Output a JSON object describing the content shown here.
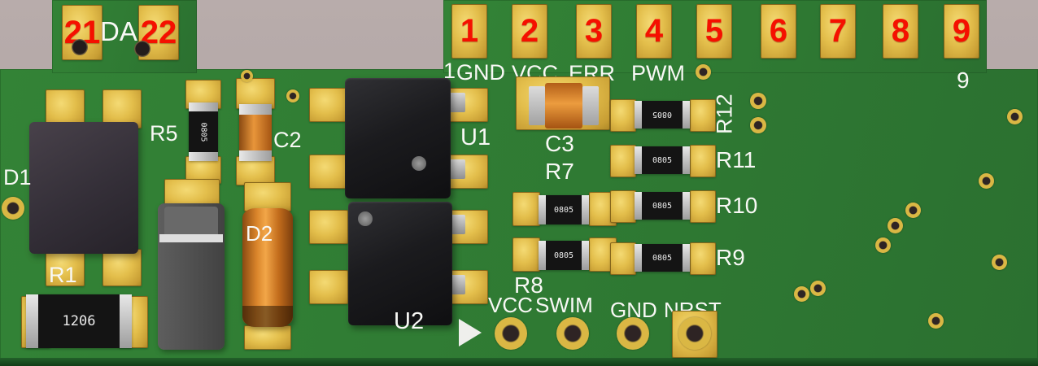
{
  "colors": {
    "background_gray": "#b1a5a4",
    "board_green": "#2f7a33",
    "pad_gold": "#e3be4b",
    "pin_number_red": "#f51000",
    "silkscreen_white": "#f8f8f5"
  },
  "tab": {
    "pad_left": "21",
    "pad_right": "22",
    "label": "DA"
  },
  "top_pads": {
    "numbers": [
      "1",
      "2",
      "3",
      "4",
      "5",
      "6",
      "7",
      "8",
      "9"
    ]
  },
  "silk_top": {
    "pin1": "1",
    "gnd": "GND",
    "vcc": "VCC",
    "err": "ERR",
    "pwm": "PWM",
    "corner": "9"
  },
  "components": {
    "d1": {
      "ref": "D1"
    },
    "r1": {
      "ref": "R1",
      "marking": "1206"
    },
    "r5": {
      "ref": "R5",
      "marking": "0805"
    },
    "c2": {
      "ref": "C2"
    },
    "d2": {
      "ref": "D2"
    },
    "u1": {
      "ref": "U1"
    },
    "u2": {
      "ref": "U2"
    },
    "c3": {
      "ref": "C3"
    },
    "r7": {
      "ref": "R7",
      "marking": "0805"
    },
    "r8": {
      "ref": "R8",
      "marking": "0805"
    },
    "r9": {
      "ref": "R9",
      "marking": "0805"
    },
    "r10": {
      "ref": "R10",
      "marking": "0805"
    },
    "r11": {
      "ref": "R11",
      "marking": "0805"
    },
    "r12": {
      "ref": "R12",
      "marking": "0805"
    }
  },
  "programming_header": {
    "labels": [
      "VCC",
      "SWIM",
      "GND",
      "NRST"
    ]
  }
}
